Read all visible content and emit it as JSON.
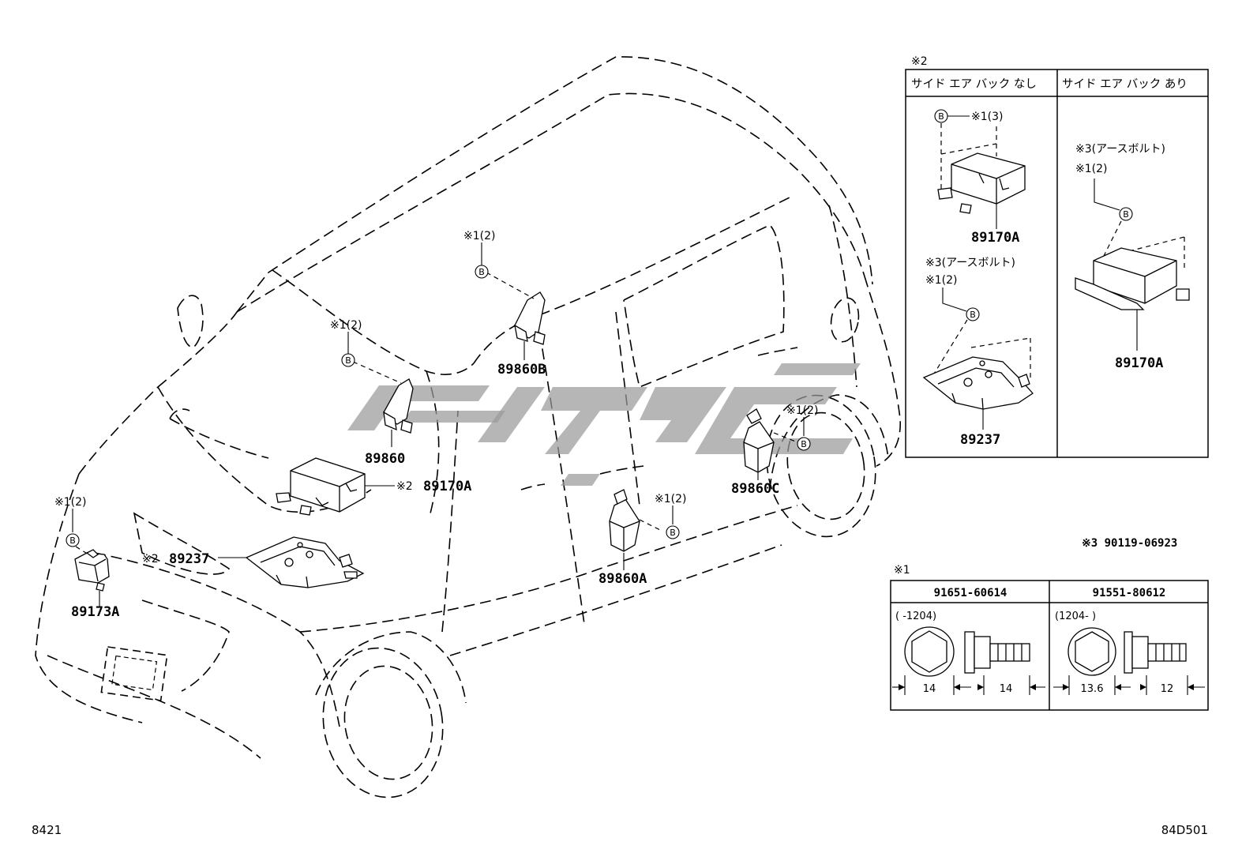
{
  "callouts": {
    "p89860b": "89860B",
    "p89860": "89860",
    "p89170a_main": "89170A",
    "p89237_main": "89237",
    "p89173a": "89173A",
    "p89860a": "89860A",
    "p89860c": "89860C",
    "note2_89170a": "※2",
    "note2_89237": "※2"
  },
  "bolt_refs": {
    "ref_a": "※1(2)",
    "ref_b": "※1(2)",
    "ref_c": "※1(2)",
    "ref_d": "※1(2)",
    "ref_e": "※1(2)",
    "marker": "B"
  },
  "variant_table": {
    "note": "※2",
    "col_left_header": "サイド エア バック なし",
    "col_right_header": "サイド エア バック あり",
    "left_bolt_ref": "※1(3)",
    "left_part_top": "89170A",
    "left_earth_ref": "※3(アースボルト)",
    "left_earth_sub": "※1(2)",
    "left_part_bottom": "89237",
    "right_earth_ref": "※3(アースボルト)",
    "right_earth_sub": "※1(2)",
    "right_part": "89170A"
  },
  "earth_bolt_note": "※3  90119-06923",
  "bolt_table": {
    "note": "※1",
    "col1_part": "91651-60614",
    "col2_part": "91551-80612",
    "col1_range": "(     -1204)",
    "col2_range": "(1204-     )",
    "col1_head": "14",
    "col1_len": "14",
    "col2_head": "13.6",
    "col2_len": "12"
  },
  "footer": {
    "left_code": "8421",
    "right_code": "84D501"
  }
}
